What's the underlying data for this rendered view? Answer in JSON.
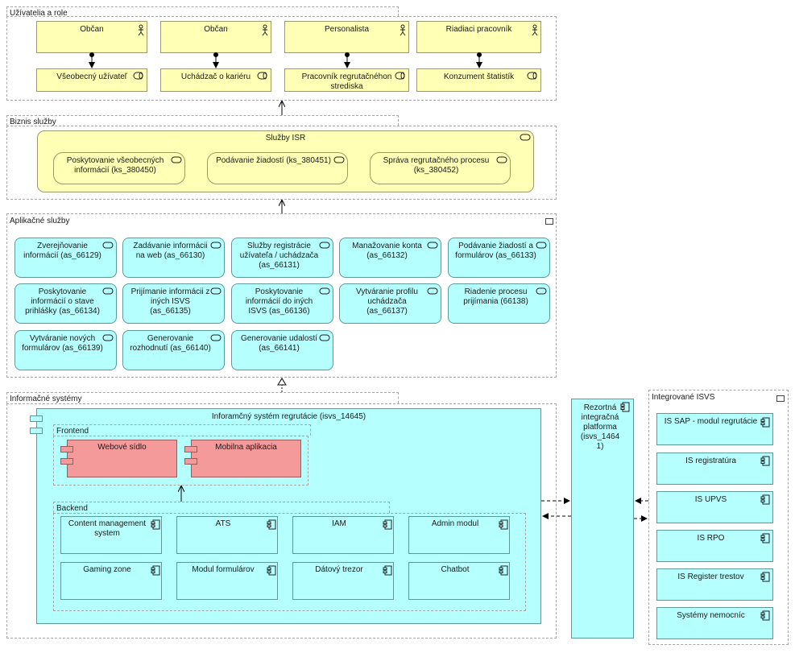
{
  "groups": {
    "users": "Užívatelia a role",
    "business": "Biznis služby",
    "application": "Aplikačné služby",
    "infosystems": "Informačné systémy",
    "integrated": "Integrované ISVS"
  },
  "actors": [
    "Občan",
    "Občan",
    "Personalista",
    "Riadiaci pracovník"
  ],
  "roles": [
    "Všeobecný užívateľ",
    "Uchádzač o kariéru",
    "Pracovník regrutačnéhon strediska",
    "Konzument štatistík"
  ],
  "business": {
    "title": "Služby ISR",
    "services": [
      "Poskytovanie všeobecných informácií (ks_380450)",
      "Podávanie žiadostí (ks_380451)",
      "Správa regrutačného procesu (ks_380452)"
    ]
  },
  "app_services": [
    "Zverejňovanie informácií (as_66129)",
    "Zadávanie informácii na web (as_66130)",
    "Služby registrácie užívateľa / uchádzača (as_66131)",
    "Manažovanie konta (as_66132)",
    "Podávanie žiadostí a formulárov (as_66133)",
    "Poskytovanie informácií o stave prihlášky (as_66134)",
    "Prijímanie informácii z iných ISVS (as_66135)",
    "Poskytovanie informácií do iných ISVS (as_66136)",
    "Vytváranie profilu uchádzača (as_66137)",
    "Riadenie procesu prijímania (66138)",
    "Vytváranie nových formulárov (as_66139)",
    "Generovanie rozhodnutí (as_66140)",
    "Generovanie udalostí (as_66141)"
  ],
  "main_system": {
    "title": "Inforamčný systém regrutácie (isvs_14645)",
    "frontend": {
      "title": "Frontend",
      "items": [
        "Webové sídlo",
        "Mobilna aplikacia"
      ]
    },
    "backend": {
      "title": "Backend",
      "items": [
        "Content management system",
        "ATS",
        "IAM",
        "Admin modul",
        "Gaming zone",
        "Modul formulárov",
        "Dátový trezor",
        "Chatbot"
      ]
    }
  },
  "platform": "Rezortná integračná platforma (isvs_1464 1)",
  "integrated": [
    "IS SAP - modul regrutácie",
    "IS registratúra",
    "IS UPVS",
    "IS RPO",
    "IS Register trestov",
    "Systémy nemocníc"
  ]
}
